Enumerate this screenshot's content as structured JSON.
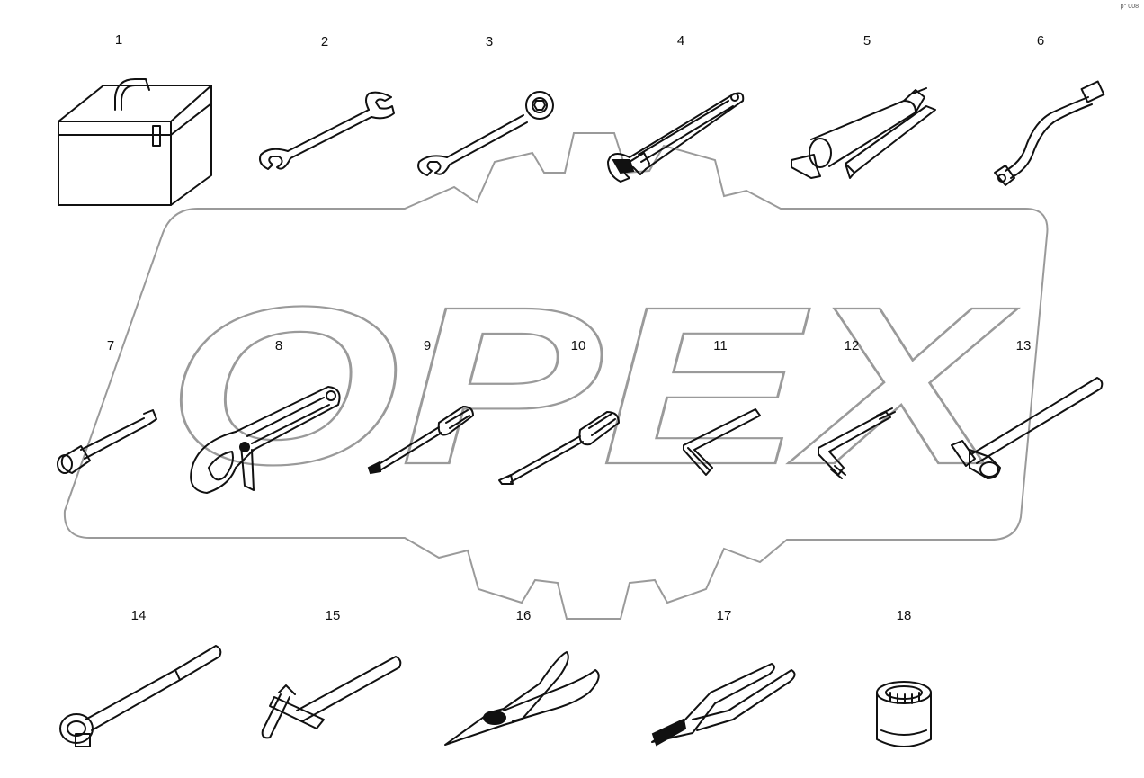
{
  "watermark": {
    "text": "OPEX"
  },
  "corner_code": "p° 008",
  "items": [
    {
      "num": "1",
      "icon": "toolbox-icon"
    },
    {
      "num": "2",
      "icon": "double-open-end-wrench-icon"
    },
    {
      "num": "3",
      "icon": "combination-wrench-icon"
    },
    {
      "num": "4",
      "icon": "adjustable-wrench-icon"
    },
    {
      "num": "5",
      "icon": "grease-gun-icon"
    },
    {
      "num": "6",
      "icon": "bent-socket-wrench-icon"
    },
    {
      "num": "7",
      "icon": "socket-extension-icon"
    },
    {
      "num": "8",
      "icon": "adjustable-pipe-wrench-icon"
    },
    {
      "num": "9",
      "icon": "phillips-screwdriver-icon"
    },
    {
      "num": "10",
      "icon": "flat-screwdriver-icon"
    },
    {
      "num": "11",
      "icon": "hex-key-icon"
    },
    {
      "num": "12",
      "icon": "torx-key-icon"
    },
    {
      "num": "13",
      "icon": "t-handle-socket-icon"
    },
    {
      "num": "14",
      "icon": "ratchet-handle-icon"
    },
    {
      "num": "15",
      "icon": "t-bar-wrench-icon"
    },
    {
      "num": "16",
      "icon": "needle-nose-pliers-icon"
    },
    {
      "num": "17",
      "icon": "slip-joint-pliers-icon"
    },
    {
      "num": "18",
      "icon": "socket-icon"
    }
  ]
}
